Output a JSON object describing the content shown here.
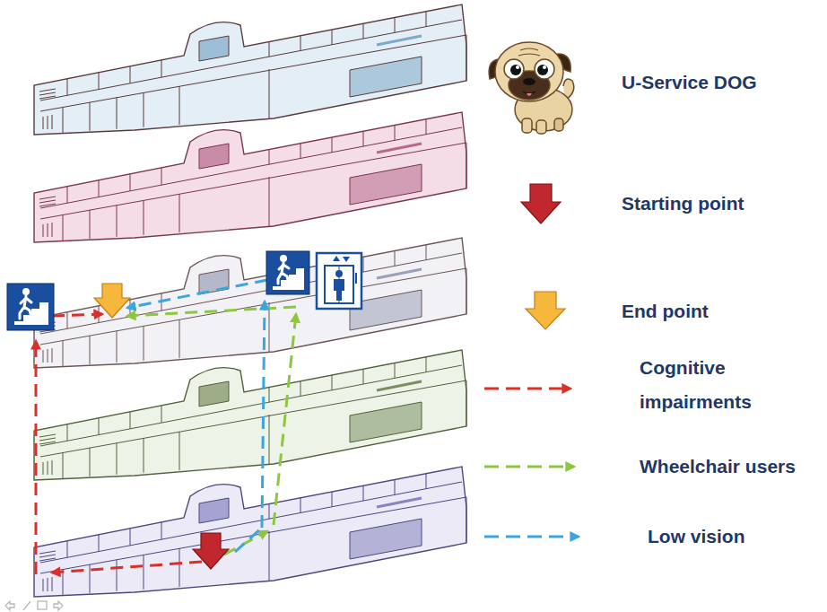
{
  "diagram": {
    "legend": [
      {
        "text": "U-Service DOG"
      },
      {
        "text": "Starting point"
      },
      {
        "text": "End point"
      },
      {
        "text": "Cognitive impairments"
      },
      {
        "text": "Wheelchair users"
      },
      {
        "text": "Low vision"
      }
    ]
  }
}
